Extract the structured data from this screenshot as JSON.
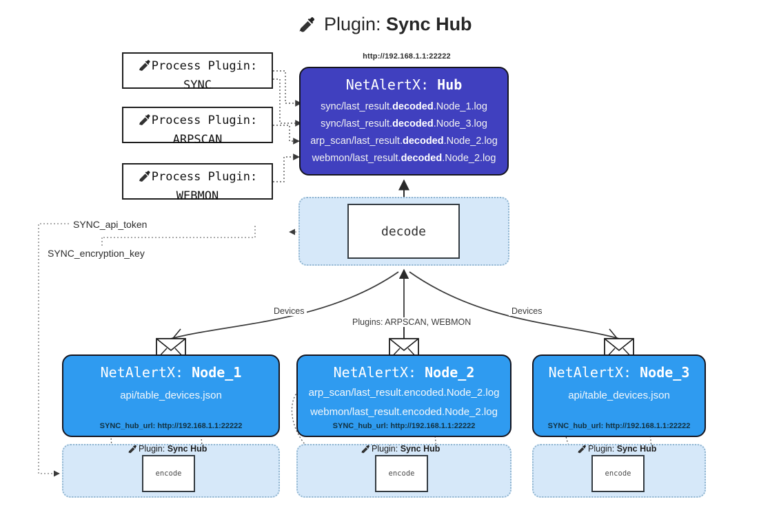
{
  "page": {
    "title_prefix": "Plugin:",
    "title_name": "Sync Hub",
    "icon": "plug-icon"
  },
  "process_plugins": [
    {
      "line1": "Process Plugin:",
      "line2": "SYNC",
      "icon": "plug-icon"
    },
    {
      "line1": "Process Plugin:",
      "line2": "ARPSCAN",
      "icon": "plug-icon"
    },
    {
      "line1": "Process Plugin:",
      "line2": "WEBMON",
      "icon": "plug-icon"
    }
  ],
  "hub": {
    "url": "http://192.168.1.1:22222",
    "title_prefix": "NetAlertX:",
    "title_name": "Hub",
    "lines": [
      {
        "pre": "sync/last_result.",
        "mid": "decoded",
        "post": ".Node_1.log"
      },
      {
        "pre": "sync/last_result.",
        "mid": "decoded",
        "post": ".Node_3.log"
      },
      {
        "pre": "arp_scan/last_result.",
        "mid": "decoded",
        "post": ".Node_2.log"
      },
      {
        "pre": "webmon/last_result.",
        "mid": "decoded",
        "post": ".Node_2.log"
      }
    ]
  },
  "decode": {
    "label": "decode"
  },
  "keys": {
    "api_token": "SYNC_api_token",
    "encryption_key": "SYNC_encryption_key"
  },
  "edge_labels": {
    "devices_left": "Devices",
    "plugins_center": "Plugins: ARPSCAN, WEBMON",
    "devices_right": "Devices"
  },
  "nodes": [
    {
      "title_prefix": "NetAlertX:",
      "title_name": "Node_1",
      "lines": [
        "api/table_devices.json"
      ],
      "url_key": "SYNC_hub_url:",
      "url_value": "http://192.168.1.1:22222",
      "mail_icon": "envelope-icon",
      "encode": {
        "plugin_prefix": "Plugin:",
        "plugin_name": "Sync Hub",
        "icon": "plug-icon",
        "label": "encode"
      }
    },
    {
      "title_prefix": "NetAlertX:",
      "title_name": "Node_2",
      "lines": [
        "arp_scan/last_result.encoded.Node_2.log",
        "webmon/last_result.encoded.Node_2.log"
      ],
      "url_key": "SYNC_hub_url:",
      "url_value": "http://192.168.1.1:22222",
      "mail_icon": "envelope-icon",
      "encode": {
        "plugin_prefix": "Plugin:",
        "plugin_name": "Sync Hub",
        "icon": "plug-icon",
        "label": "encode"
      }
    },
    {
      "title_prefix": "NetAlertX:",
      "title_name": "Node_3",
      "lines": [
        "api/table_devices.json"
      ],
      "url_key": "SYNC_hub_url:",
      "url_value": "http://192.168.1.1:22222",
      "mail_icon": "envelope-icon",
      "encode": {
        "plugin_prefix": "Plugin:",
        "plugin_name": "Sync Hub",
        "icon": "plug-icon",
        "label": "encode"
      }
    }
  ],
  "colors": {
    "hub_fill": "#4040bf",
    "node_fill": "#2f9bf0",
    "zone_fill": "#d6e8f9",
    "zone_border": "#8fb4cf",
    "stroke": "#15151f"
  }
}
